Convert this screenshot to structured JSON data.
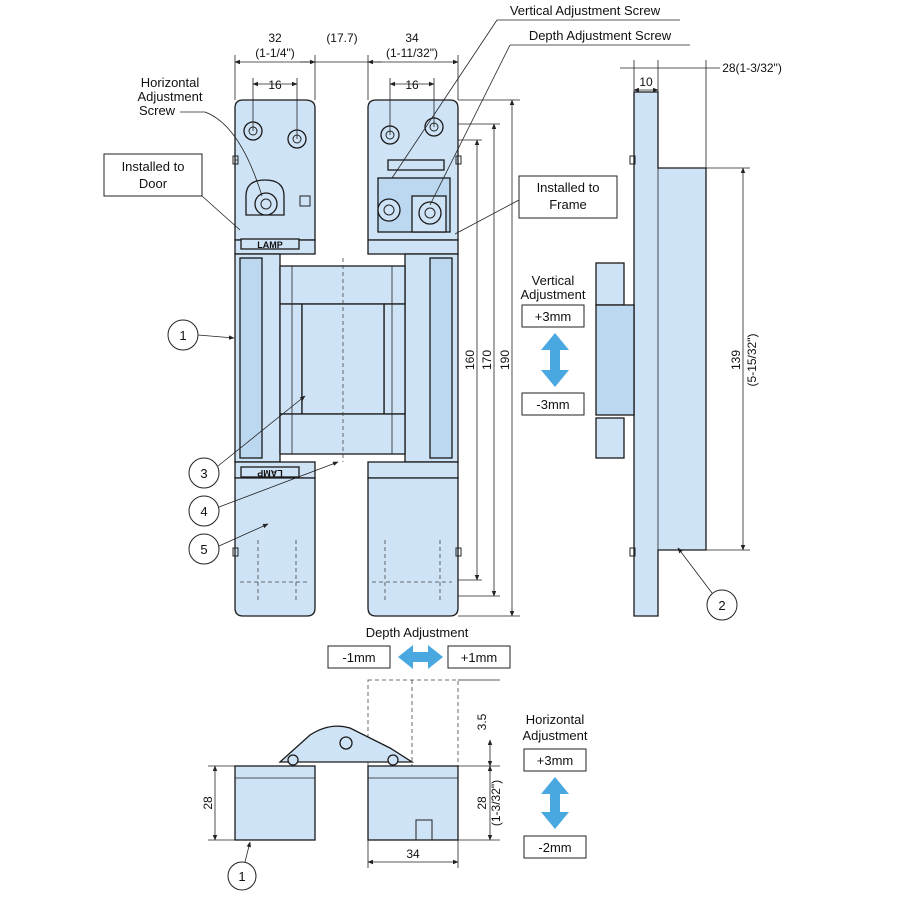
{
  "colors": {
    "part_fill": "#cfe3f6",
    "arrow": "#4aa8e0",
    "line": "#1a1a1a"
  },
  "labels": {
    "vertical_screw": "Vertical Adjustment Screw",
    "depth_screw": "Depth Adjustment Screw",
    "horizontal_screw_1": "Horizontal",
    "horizontal_screw_2": "Adjustment",
    "horizontal_screw_3": "Screw",
    "installed_door_1": "Installed to",
    "installed_door_2": "Door",
    "installed_frame_1": "Installed to",
    "installed_frame_2": "Frame",
    "vertical_adj_1": "Vertical",
    "vertical_adj_2": "Adjustment",
    "vert_plus": "+3mm",
    "vert_minus": "-3mm",
    "depth_adj": "Depth Adjustment",
    "depth_minus": "-1mm",
    "depth_plus": "+1mm",
    "horiz_adj_1": "Horizontal",
    "horiz_adj_2": "Adjustment",
    "horiz_plus": "+3mm",
    "horiz_minus": "-2mm",
    "brand": "LAMP"
  },
  "dimensions": {
    "w32": "32",
    "w32_in": "(1-1/4\")",
    "gap": "(17.7)",
    "w34": "34",
    "w34_in": "(1-11/32\")",
    "w16a": "16",
    "w16b": "16",
    "d10": "10",
    "d28": "28(1-3/32\")",
    "h160": "160",
    "h170": "170",
    "h190": "190",
    "h139": "139",
    "h139_in": "(5-15/32\")",
    "b35": "3.5",
    "b28": "28",
    "b28r": "28",
    "b28r_in": "(1-3/32\")",
    "b34": "34"
  },
  "callouts": [
    "1",
    "2",
    "3",
    "4",
    "5",
    "1"
  ]
}
